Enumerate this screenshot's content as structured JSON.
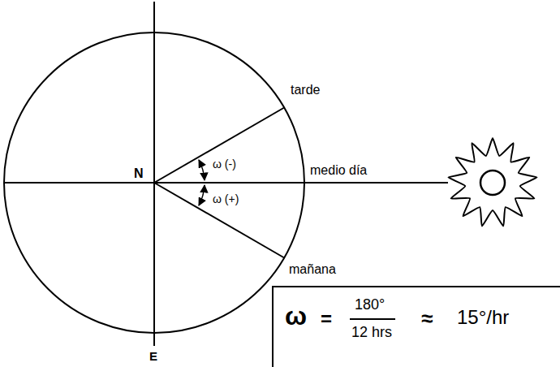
{
  "diagram": {
    "nodes": [
      {
        "text": [
          "ω",
          "=",
          "180°",
          "12 hrs",
          "≈",
          "15°/hr"
        ]
      }
    ],
    "labels": [
      "tarde",
      "ω (-)",
      "N",
      "medio día",
      "ω (+)",
      "mañana",
      "E"
    ]
  }
}
